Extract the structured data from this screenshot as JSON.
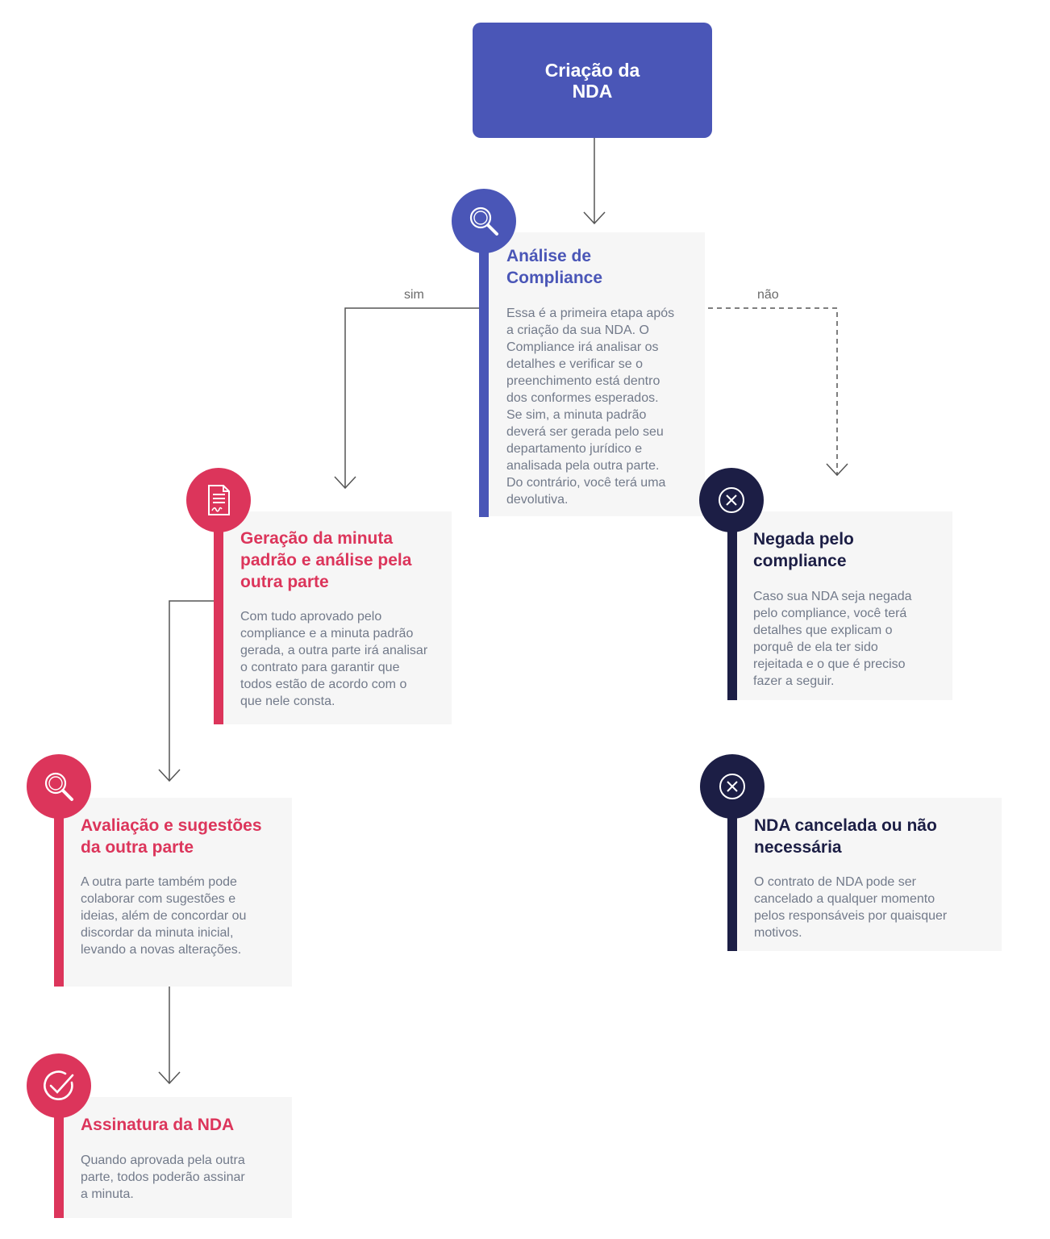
{
  "colors": {
    "blue": "#4a56b7",
    "pink": "#dc355b",
    "navy": "#1c1e45",
    "card_bg": "#f6f6f6",
    "text_gray": "#727a8a",
    "line_gray": "#555555"
  },
  "start": {
    "title": "Criação da\nNDA"
  },
  "branches": {
    "yes_label": "sim",
    "no_label": "não"
  },
  "steps": {
    "compliance": {
      "icon": "magnifier-icon",
      "title": "Análise de\nCompliance",
      "text": "Essa é a primeira etapa após\na criação da sua NDA. O\nCompliance irá analisar os\ndetalhes e verificar se o\npreenchimento está dentro\ndos conformes esperados.\nSe sim, a minuta padrão\ndeverá ser gerada pelo seu\ndepartamento jurídico e\nanalisada pela outra parte.\nDo contrário, você terá uma\ndevolutiva."
    },
    "minuta": {
      "icon": "signed-document-icon",
      "title": "Geração da minuta\npadrão e análise pela\noutra parte",
      "text": "Com tudo aprovado pelo\ncompliance e a minuta padrão\ngerada, a outra parte irá analisar\no contrato para garantir que\ntodos estão de acordo com o\nque nele consta."
    },
    "negada": {
      "icon": "close-circle-icon",
      "title": "Negada pelo\ncompliance",
      "text": "Caso sua NDA seja negada\npelo compliance, você terá\ndetalhes que explicam o\nporquê de ela ter sido\nrejeitada e o que é preciso\nfazer a seguir."
    },
    "avaliacao": {
      "icon": "magnifier-icon",
      "title": "Avaliação e sugestões\nda outra parte",
      "text": "A outra parte também pode\ncolaborar com sugestões e\nideias, além de concordar ou\ndiscordar da minuta inicial,\nlevando a novas alterações."
    },
    "cancelada": {
      "icon": "close-circle-icon",
      "title": "NDA cancelada ou não\nnecessária",
      "text": "O contrato de NDA pode ser\ncancelado a qualquer momento\npelos responsáveis por quaisquer\nmotivos."
    },
    "assinatura": {
      "icon": "check-circle-icon",
      "title": "Assinatura da NDA",
      "text": "Quando aprovada pela outra\nparte, todos poderão assinar\na minuta."
    }
  }
}
